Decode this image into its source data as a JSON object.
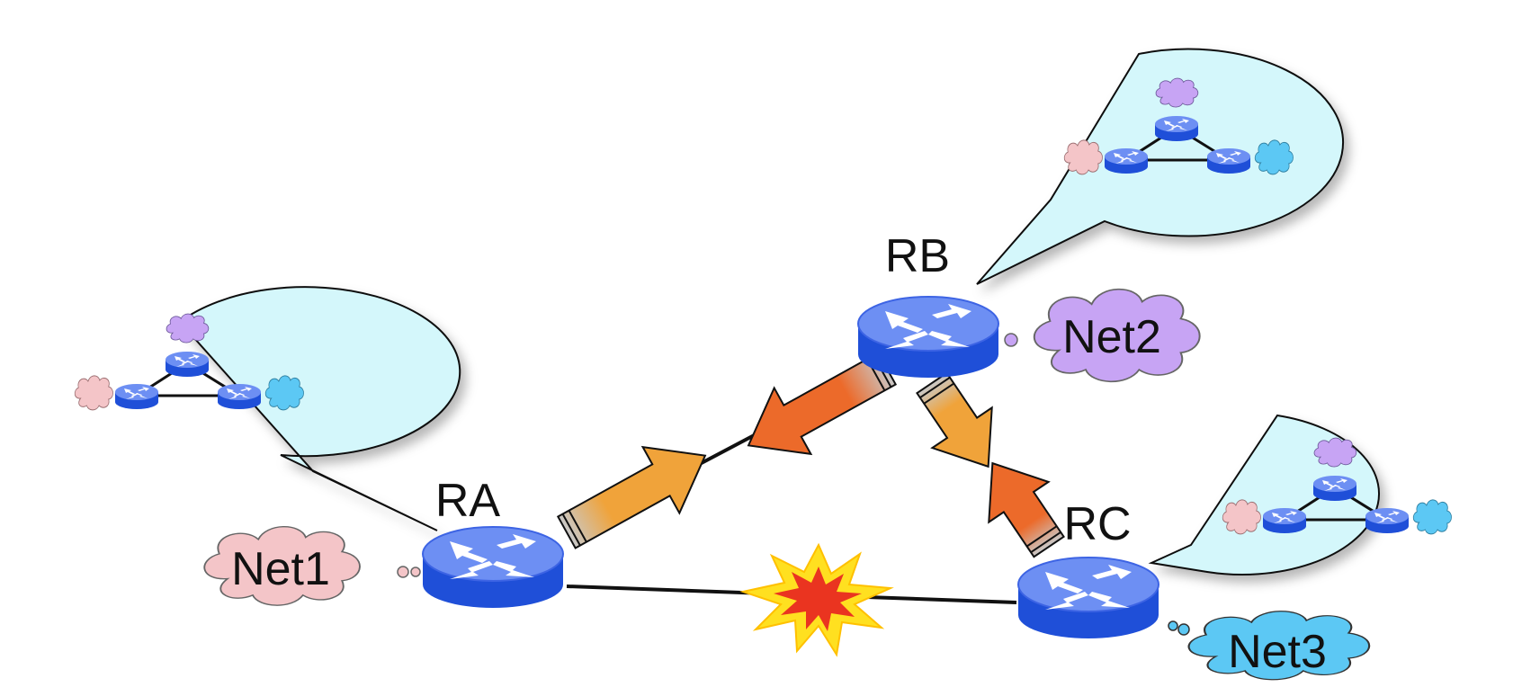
{
  "routers": {
    "ra": {
      "label": "RA"
    },
    "rb": {
      "label": "RB"
    },
    "rc": {
      "label": "RC"
    }
  },
  "networks": {
    "net1": {
      "label": "Net1",
      "color": "#f4c5c8"
    },
    "net2": {
      "label": "Net2",
      "color": "#c7a4f4"
    },
    "net3": {
      "label": "Net3",
      "color": "#5cc8f4"
    }
  },
  "colors": {
    "router_top": "#6d8ff3",
    "router_side": "#1f4fd8",
    "bubble_fill": "#d4f7fb",
    "link": "#111111",
    "update_arrow_light": "#f0a33a",
    "update_arrow_dark": "#ec6a2a",
    "failure_outer": "#ffe020",
    "failure_inner": "#ea3420"
  },
  "icons": {
    "router": "router-icon",
    "cloud": "cloud-icon",
    "failure": "link-failure-starburst-icon",
    "topology_view": "topology-view-bubble"
  }
}
